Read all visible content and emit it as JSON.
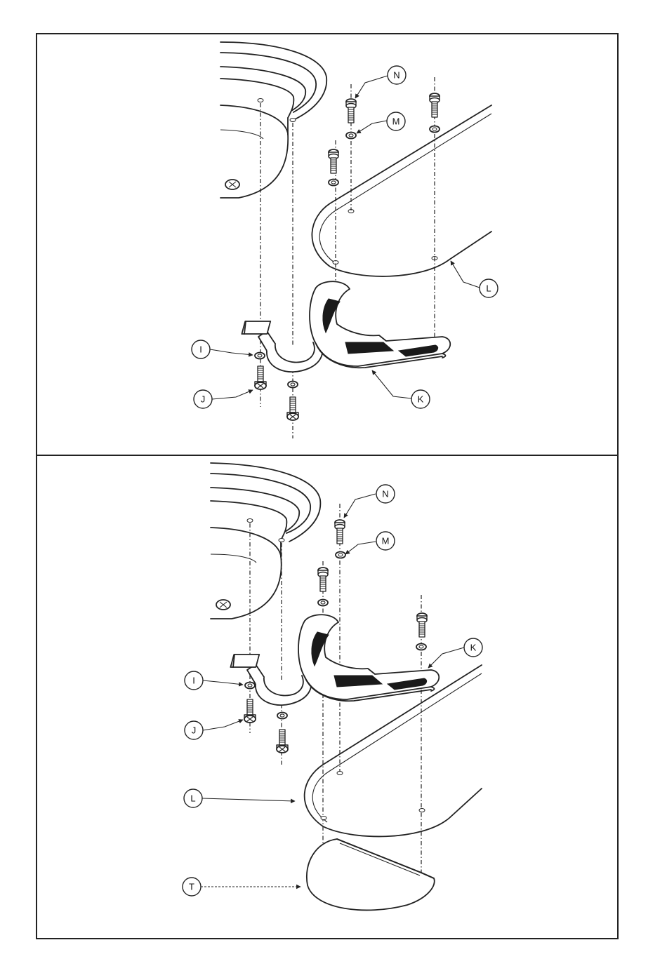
{
  "panels": [
    {
      "id": "top",
      "labels": [
        "N",
        "M",
        "L",
        "I",
        "K",
        "J"
      ]
    },
    {
      "id": "bottom",
      "labels": [
        "N",
        "M",
        "K",
        "I",
        "J",
        "L",
        "T"
      ]
    }
  ]
}
